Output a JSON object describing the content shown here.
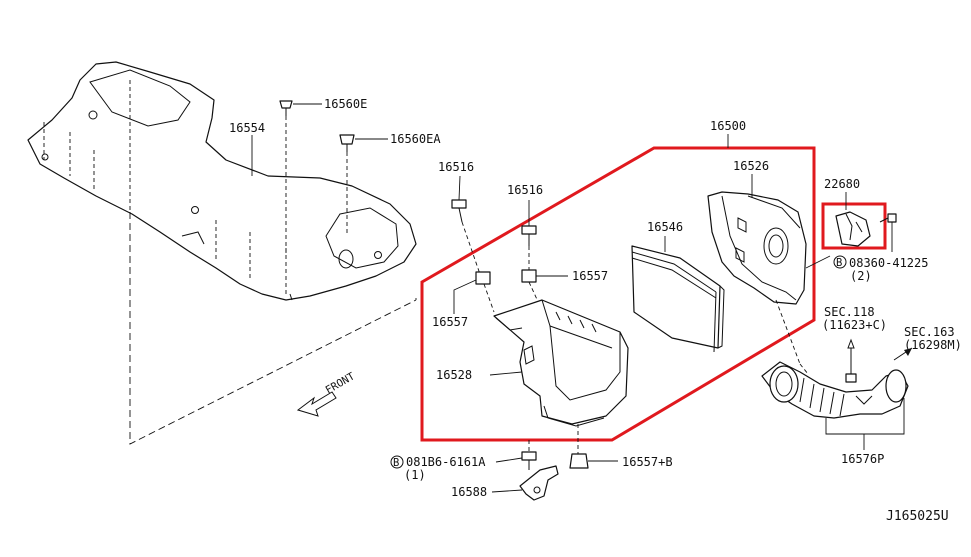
{
  "colors": {
    "highlight": "#e0191e",
    "line": "#111111",
    "background": "#ffffff"
  },
  "labels": {
    "p16560E": "16560E",
    "p16554": "16554",
    "p16560EA": "16560EA",
    "p16516a": "16516",
    "p16516b": "16516",
    "p16500": "16500",
    "p16526": "16526",
    "p22680": "22680",
    "p16546": "16546",
    "p16557a": "16557",
    "p16557b": "16557",
    "p16528": "16528",
    "bolt_08360": "08360-41225",
    "bolt_08360_qty": "(2)",
    "sec118": "SEC.118",
    "sec118_ref": "(11623+C)",
    "sec163": "SEC.163",
    "sec163_ref": "(16298M)",
    "bolt_081B6": "081B6-6161A",
    "bolt_081B6_qty": "(1)",
    "p16557B": "16557+B",
    "p16588": "16588",
    "p16576P": "16576P",
    "front": "FRONT",
    "bolt_symbol": "B",
    "diagram_code": "J165025U"
  }
}
